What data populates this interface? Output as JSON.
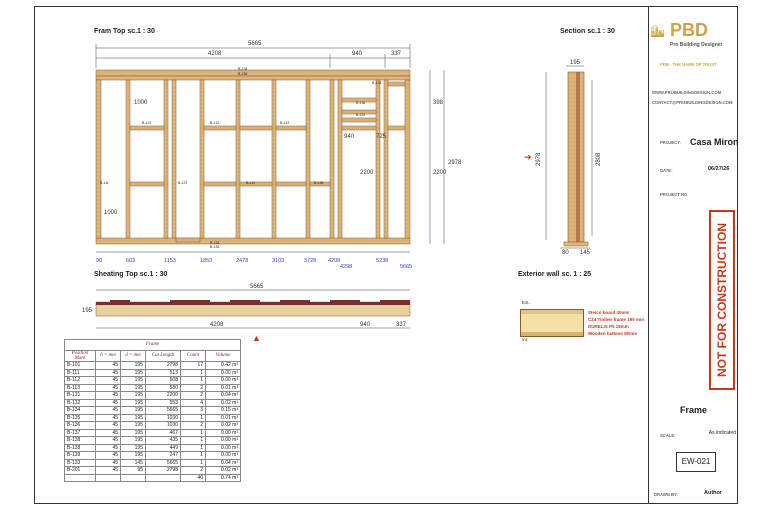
{
  "views": {
    "frame_top": "Fram Top sc.1 : 30",
    "section": "Section sc.1 : 30",
    "sheating_top": "Sheating Top sc.1 : 30",
    "exterior_wall": "Exterior wall sc. 1 : 25"
  },
  "frame_dims": {
    "overall": "5665",
    "seg1": "4208",
    "seg2": "940",
    "seg3": "337",
    "height": "2978",
    "right_top": "398",
    "right_mid": "2200",
    "win_h": "1000",
    "door_h": "2200",
    "small_a": "725",
    "small_b": "940",
    "left_sill": "1000",
    "bottom_marks": [
      "90",
      "603",
      "1153",
      "1853",
      "2478",
      "3103",
      "3728",
      "4208",
      "4298",
      "5238",
      "5665"
    ]
  },
  "section_dims": {
    "top": "195",
    "left": "2978",
    "right": "2808",
    "b1": "80",
    "b2": "145"
  },
  "sheating_dims": {
    "overall": "5665",
    "seg1": "4208",
    "seg2": "940",
    "seg3": "337",
    "side": "195"
  },
  "wall_layers": {
    "ext": "Ext.",
    "int": "Int.",
    "l1": "Steico board 40mm",
    "l2": "C24 Timber frame 195 mm",
    "l3": "DURELIS P5 15mm",
    "l4": "Wooden battens 50mm"
  },
  "schedule": {
    "title": "Frame",
    "headers": [
      "Position Mark",
      "b = mm",
      "d = mm",
      "Cut Length",
      "Count",
      "Volume"
    ],
    "rows": [
      [
        "B-101",
        "45",
        "195",
        "2798",
        "17",
        "0.42 m³"
      ],
      [
        "B-111",
        "45",
        "195",
        "513",
        "1",
        "0.00 m³"
      ],
      [
        "B-112",
        "45",
        "195",
        "508",
        "1",
        "0.00 m³"
      ],
      [
        "B-113",
        "45",
        "195",
        "580",
        "2",
        "0.01 m³"
      ],
      [
        "B-131",
        "45",
        "195",
        "2200",
        "2",
        "0.04 m³"
      ],
      [
        "B-132",
        "45",
        "195",
        "553",
        "4",
        "0.02 m³"
      ],
      [
        "B-134",
        "45",
        "195",
        "5665",
        "3",
        "0.15 m³"
      ],
      [
        "B-135",
        "45",
        "195",
        "1030",
        "1",
        "0.01 m³"
      ],
      [
        "B-136",
        "45",
        "195",
        "1030",
        "2",
        "0.02 m³"
      ],
      [
        "B-137",
        "45",
        "195",
        "467",
        "1",
        "0.00 m³"
      ],
      [
        "B-138",
        "45",
        "195",
        "435",
        "1",
        "0.00 m³"
      ],
      [
        "B-138",
        "45",
        "195",
        "449",
        "1",
        "0.00 m³"
      ],
      [
        "B-139",
        "45",
        "195",
        "247",
        "1",
        "0.00 m³"
      ],
      [
        "B-133",
        "45",
        "145",
        "5665",
        "1",
        "0.04 m³"
      ],
      [
        "B-201",
        "45",
        "95",
        "2798",
        "2",
        "0.02 m³"
      ]
    ],
    "total_count": "40",
    "total_volume": "0.74 m³"
  },
  "title_block": {
    "logo": "PBD",
    "logo_sub": "Pro Building Designer",
    "tagline": "PDB - THE NAME OF TRUST",
    "web": "WWW.PROBUILDINGDESIGN.COM",
    "email": "CONTACT@PROBUILDINGDESIGN.COM",
    "project_label": "PROJECT:",
    "project": "Casa Miron",
    "date_label": "DATE:",
    "date": "06/27/26",
    "project_no_label": "PROJECT NO",
    "not_for": "NOT FOR CONSTRUCTION",
    "sheet_title": "Frame",
    "scale_label": "SCALE:",
    "scale": "As indicated",
    "sheet_no": "EW-021",
    "drawn_label": "DRAWN BY:",
    "drawn": "Author"
  },
  "colors": {
    "timber": "#d9b47a",
    "timber_edge": "#8a5a2b",
    "dim_blue": "#2b3fd6",
    "accent_red": "#c23a1c",
    "logo_gold": "#c9a24a"
  }
}
